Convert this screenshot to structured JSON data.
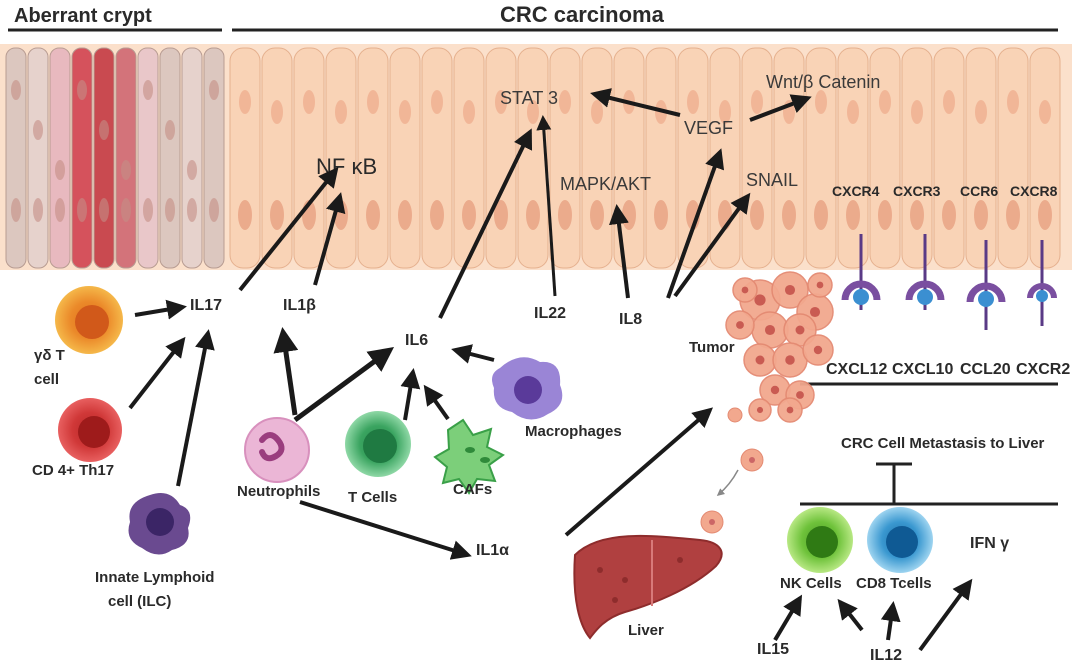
{
  "headers": {
    "aberrant_crypt": "Aberrant crypt",
    "crc_carcinoma": "CRC carcinoma"
  },
  "pathways": {
    "nfkb": "NF κB",
    "stat3": "STAT 3",
    "mapk": "MAPK/AKT",
    "vegf": "VEGF",
    "wnt": "Wnt/β Catenin",
    "snail": "SNAIL"
  },
  "receptors": [
    "CXCR4",
    "CXCR3",
    "CCR6",
    "CXCR8"
  ],
  "ligands": [
    "CXCL12",
    "CXCL10",
    "CCL20",
    "CXCR2"
  ],
  "cytokines": {
    "il17": "IL17",
    "il1b": "IL1β",
    "il6": "IL6",
    "il22": "IL22",
    "il8": "IL8",
    "il1a": "IL1α",
    "il15": "IL15",
    "il12": "IL12",
    "ifng": "IFN γ"
  },
  "cells": {
    "gd_t_line1": "γδ T",
    "gd_t_line2": "cell",
    "cd4_th17": "CD 4+ Th17",
    "ilc_line1": "Innate Lymphoid",
    "ilc_line2": "cell (ILC)",
    "neutrophils": "Neutrophils",
    "t_cells": "T Cells",
    "cafs": "CAFs",
    "macrophages": "Macrophages",
    "tumor": "Tumor",
    "liver": "Liver",
    "nk_cells": "NK Cells",
    "cd8_tcells": "CD8 Tcells"
  },
  "metastasis": "CRC Cell Metastasis to Liver",
  "colors": {
    "carcinoma_cell": "#f9d3b6",
    "crypt_cell": "#dcc7bf",
    "red_cell": "#c94a50",
    "arrow": "#1a1a1a",
    "receptor": "#7a4fa0",
    "ligand": "#3b8fd1"
  }
}
